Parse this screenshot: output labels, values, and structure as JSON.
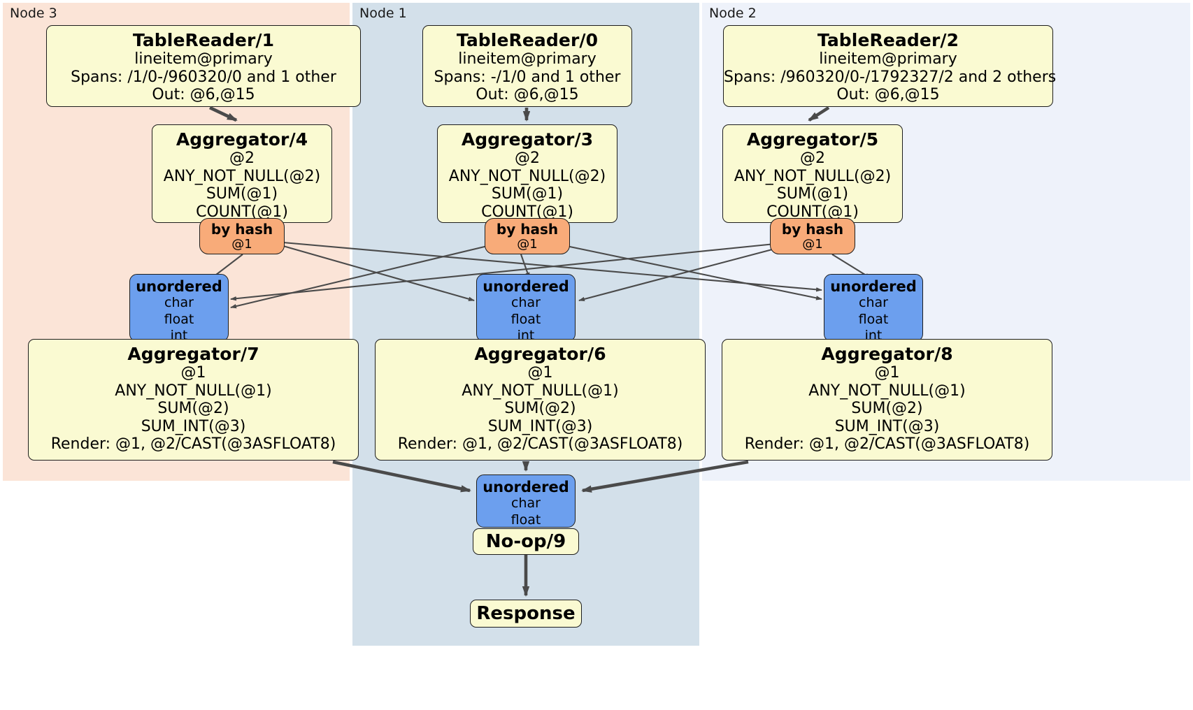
{
  "diagram": {
    "type": "distributed-query-plan",
    "colors": {
      "node3_region": "#fbe4d7",
      "node1_region": "#d3e0ea",
      "node2_region": "#eef2fa",
      "processor_box": "#fafad2",
      "hash_router": "#f8ab79",
      "synchronizer": "#6c9fee",
      "edge": "#4a4a4a",
      "border": "#1d1d1d"
    },
    "regions": [
      {
        "id": "node3",
        "label": "Node 3"
      },
      {
        "id": "node1",
        "label": "Node 1"
      },
      {
        "id": "node2",
        "label": "Node 2"
      }
    ],
    "table_readers": [
      {
        "id": "tr1",
        "title": "TableReader/1",
        "table": "lineitem@primary",
        "spans": "Spans: /1/0-/960320/0 and 1 other",
        "out": "Out: @6,@15"
      },
      {
        "id": "tr0",
        "title": "TableReader/0",
        "table": "lineitem@primary",
        "spans": "Spans: -/1/0 and 1 other",
        "out": "Out: @6,@15"
      },
      {
        "id": "tr2",
        "title": "TableReader/2",
        "table": "lineitem@primary",
        "spans": "Spans: /960320/0-/1792327/2 and 2 others",
        "out": "Out: @6,@15"
      }
    ],
    "aggregators_stage1": [
      {
        "id": "agg4",
        "title": "Aggregator/4",
        "group": "@2",
        "func1": "ANY_NOT_NULL(@2)",
        "func2": "SUM(@1)",
        "func3": "COUNT(@1)"
      },
      {
        "id": "agg3",
        "title": "Aggregator/3",
        "group": "@2",
        "func1": "ANY_NOT_NULL(@2)",
        "func2": "SUM(@1)",
        "func3": "COUNT(@1)"
      },
      {
        "id": "agg5",
        "title": "Aggregator/5",
        "group": "@2",
        "func1": "ANY_NOT_NULL(@2)",
        "func2": "SUM(@1)",
        "func3": "COUNT(@1)"
      }
    ],
    "hash_routers": [
      {
        "id": "hash4",
        "title": "by hash",
        "column": "@1"
      },
      {
        "id": "hash3",
        "title": "by hash",
        "column": "@1"
      },
      {
        "id": "hash5",
        "title": "by hash",
        "column": "@1"
      }
    ],
    "synchronizers_mid": [
      {
        "id": "sync7",
        "title": "unordered",
        "t1": "char",
        "t2": "float",
        "t3": "int"
      },
      {
        "id": "sync6",
        "title": "unordered",
        "t1": "char",
        "t2": "float",
        "t3": "int"
      },
      {
        "id": "sync8",
        "title": "unordered",
        "t1": "char",
        "t2": "float",
        "t3": "int"
      }
    ],
    "aggregators_stage2": [
      {
        "id": "agg7",
        "title": "Aggregator/7",
        "group": "@1",
        "func1": "ANY_NOT_NULL(@1)",
        "func2": "SUM(@2)",
        "func3": "SUM_INT(@3)",
        "render": "Render: @1, @2/CAST(@3ASFLOAT8)"
      },
      {
        "id": "agg6",
        "title": "Aggregator/6",
        "group": "@1",
        "func1": "ANY_NOT_NULL(@1)",
        "func2": "SUM(@2)",
        "func3": "SUM_INT(@3)",
        "render": "Render: @1, @2/CAST(@3ASFLOAT8)"
      },
      {
        "id": "agg8",
        "title": "Aggregator/8",
        "group": "@1",
        "func1": "ANY_NOT_NULL(@1)",
        "func2": "SUM(@2)",
        "func3": "SUM_INT(@3)",
        "render": "Render: @1, @2/CAST(@3ASFLOAT8)"
      }
    ],
    "final_sync": {
      "id": "sync9",
      "title": "unordered",
      "t1": "char",
      "t2": "float"
    },
    "noop": {
      "id": "noop9",
      "title": "No-op/9"
    },
    "response": {
      "id": "response",
      "title": "Response"
    }
  }
}
